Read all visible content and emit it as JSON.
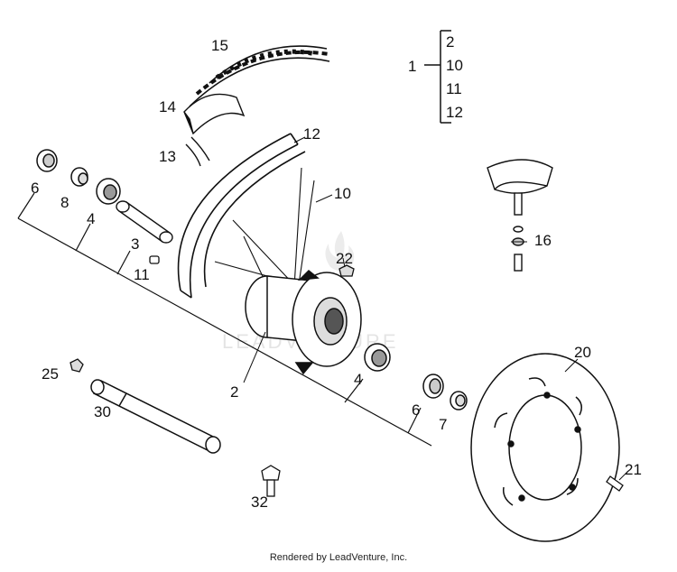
{
  "watermark": "LEADVENTURE",
  "footer": "Rendered by LeadVenture, Inc.",
  "kit": {
    "parent": "1",
    "members": [
      "2",
      "10",
      "11",
      "12"
    ]
  },
  "callouts": {
    "p2": "2",
    "p3": "3",
    "p4a": "4",
    "p4b": "4",
    "p6a": "6",
    "p6b": "6",
    "p7": "7",
    "p8": "8",
    "p10": "10",
    "p11": "11",
    "p12": "12",
    "p13": "13",
    "p14": "14",
    "p15": "15",
    "p16": "16",
    "p20": "20",
    "p21": "21",
    "p22": "22",
    "p25": "25",
    "p30": "30",
    "p32": "32"
  }
}
